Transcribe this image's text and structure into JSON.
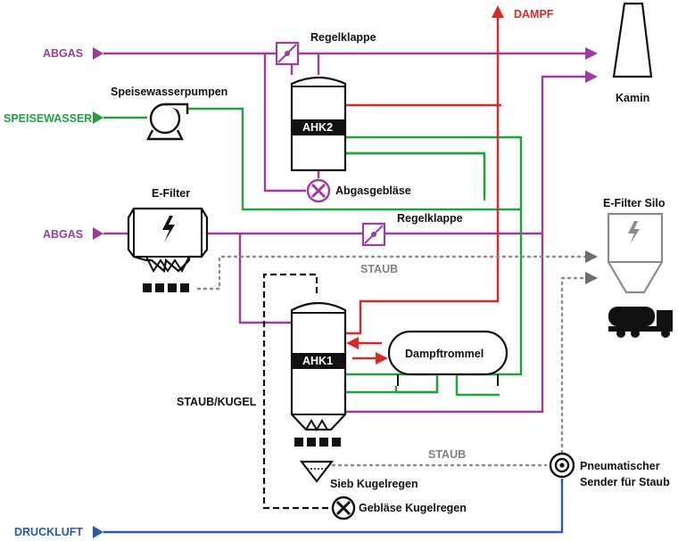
{
  "colors": {
    "flue_gas": "#9b3d9c",
    "steam": "#d42a2a",
    "water": "#21a141",
    "dust": "#8a8a8a",
    "air": "#2a5aa8",
    "black": "#111111"
  },
  "inputs": {
    "abgas_top": "ABGAS",
    "speisewasser": "SPEISEWASSER",
    "abgas_mid": "ABGAS",
    "druckluft": "DRUCKLUFT"
  },
  "outputs": {
    "dampf": "DAMPF"
  },
  "components": {
    "regelklappe_top": "Regelklappe",
    "speisewasserpumpen": "Speisewasserpumpen",
    "ahk2": "AHK2",
    "abgasgeblaese": "Abgasgebläse",
    "kamin": "Kamin",
    "efilter": "E-Filter",
    "regelklappe_mid": "Regelklappe",
    "efilter_silo": "E-Filter Silo",
    "ahk1": "AHK1",
    "dampftrommel": "Dampftrommel",
    "staub_kugel": "STAUB/KUGEL",
    "sieb_kugelregen": "Sieb Kugelregen",
    "geblaese_kugelregen": "Gebläse Kugelregen",
    "pneumatischer_sender_line1": "Pneumatischer",
    "pneumatischer_sender_line2": "Sender für Staub"
  },
  "flows": {
    "staub_top": "STAUB",
    "staub_bottom": "STAUB"
  }
}
